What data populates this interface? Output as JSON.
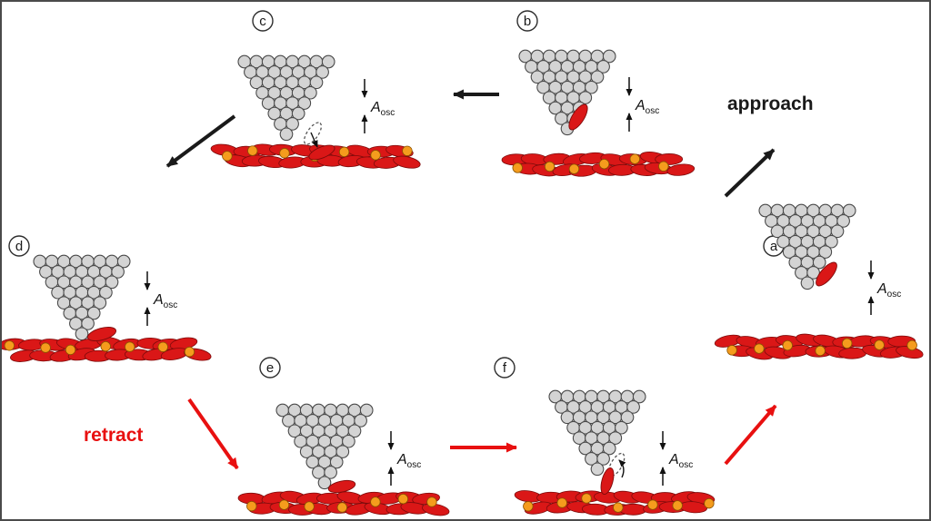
{
  "diagram": {
    "stages": {
      "a": {
        "label": "a"
      },
      "b": {
        "label": "b"
      },
      "c": {
        "label": "c"
      },
      "d": {
        "label": "d"
      },
      "e": {
        "label": "e"
      },
      "f": {
        "label": "f"
      }
    },
    "annotations": {
      "approach": "approach",
      "retract": "retract",
      "amplitude_main": "A",
      "amplitude_sub": "osc"
    },
    "colors": {
      "tip_atoms": "#d4d4d4",
      "tip_atom_outline": "#4a4a4a",
      "lipid_red": "#da1717",
      "head_group_orange": "#f59c1d",
      "approach_arrow_black": "#1a1a1a",
      "retract_arrow_red": "#e81010",
      "background": "#ffffff"
    }
  }
}
